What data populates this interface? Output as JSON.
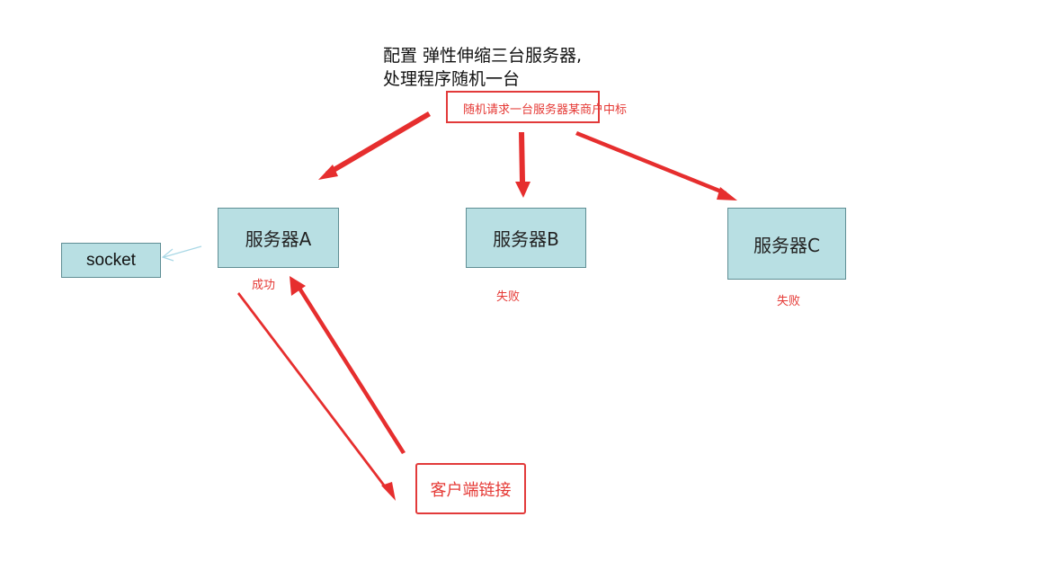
{
  "title": {
    "line1": "配置 弹性伸缩三台服务器,",
    "line2": "处理程序随机一台"
  },
  "random_note": "随机请求一台服务器某商户中标",
  "servers": [
    {
      "label": "服务器A",
      "status": "成功"
    },
    {
      "label": "服务器B",
      "status": "失败"
    },
    {
      "label": "服务器C",
      "status": "失败"
    }
  ],
  "socket_label": "socket",
  "client_label": "客户端链接",
  "colors": {
    "server_fill": "#b8dfe3",
    "server_border": "#5f8e94",
    "accent_red": "#e53935",
    "socket_arrow": "#a9d8e6"
  }
}
